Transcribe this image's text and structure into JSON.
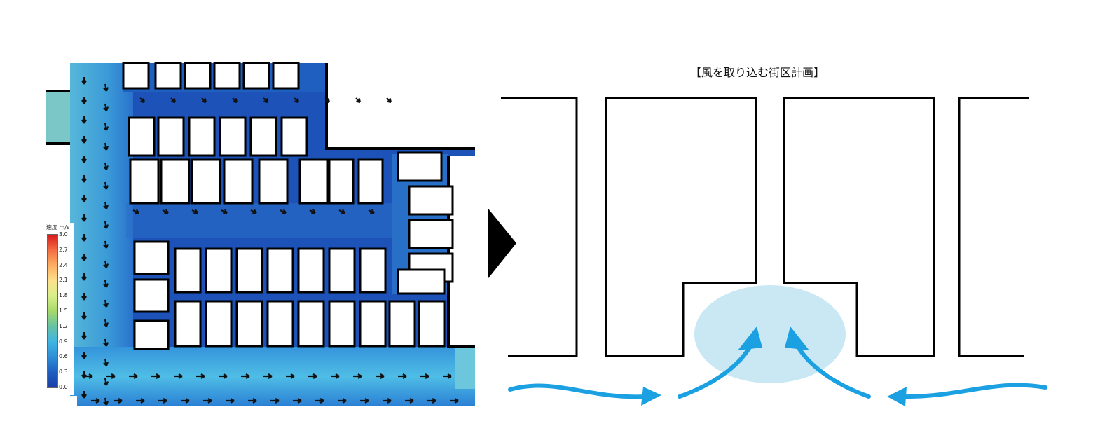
{
  "title": "【風を取り込む街区計画】",
  "legend": {
    "header": "速度 m/s",
    "ticks": [
      "3.0",
      "2.7",
      "2.4",
      "2.1",
      "1.8",
      "1.5",
      "1.2",
      "0.9",
      "0.6",
      "0.3",
      "0.0"
    ]
  },
  "colors": {
    "flow_fast": "#4fbfe6",
    "flow_mid": "#2a7fd4",
    "flow_slow": "#1c4fb5",
    "arrow_blue": "#1ba1e2",
    "wind_zone": "#c9e8f4"
  }
}
